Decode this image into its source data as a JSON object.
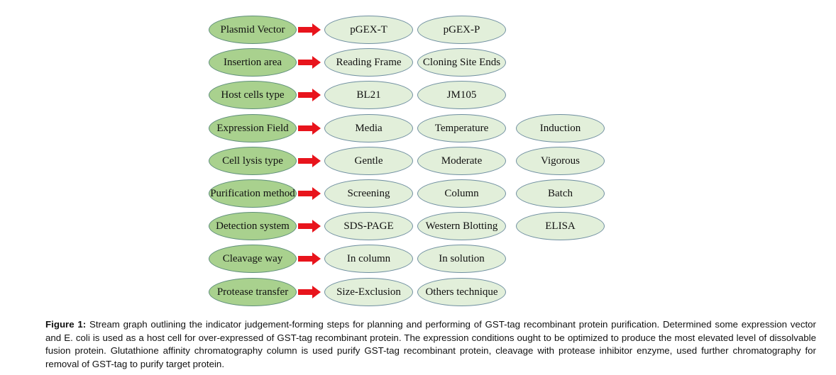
{
  "diagram": {
    "rows": [
      {
        "category": "Plasmid Vector",
        "options": [
          "pGEX-T",
          "pGEX-P"
        ]
      },
      {
        "category": "Insertion area",
        "options": [
          "Reading Frame",
          "Cloning Site Ends"
        ]
      },
      {
        "category": "Host cells type",
        "options": [
          "BL21",
          "JM105"
        ]
      },
      {
        "category": "Expression Field",
        "options": [
          "Media",
          "Temperature",
          "Induction"
        ]
      },
      {
        "category": "Cell lysis type",
        "options": [
          "Gentle",
          "Moderate",
          "Vigorous"
        ]
      },
      {
        "category": "Purification method",
        "options": [
          "Screening",
          "Column",
          "Batch"
        ]
      },
      {
        "category": "Detection system",
        "options": [
          "SDS-PAGE",
          "Western Blotting",
          "ELISA"
        ]
      },
      {
        "category": "Cleavage way",
        "options": [
          "In column",
          "In solution"
        ]
      },
      {
        "category": "Protease transfer",
        "options": [
          "Size-Exclusion",
          "Others technique"
        ]
      }
    ],
    "colors": {
      "category_fill": "#a9d18e",
      "option_fill": "#e2efda",
      "arrow": "#e8141c"
    }
  },
  "caption": {
    "label": "Figure 1:",
    "text": "Stream graph outlining the indicator judgement-forming steps for planning and performing of GST-tag recombinant protein purification. Determined some expression vector and E. coli is used as a host cell for over-expressed of GST-tag recombinant protein. The expression conditions ought to be optimized to produce the most elevated level of dissolvable fusion protein. Glutathione affinity chromatography column is used purify GST-tag recombinant protein, cleavage with protease inhibitor enzyme, used further chromatography for removal of GST-tag to purify target protein."
  }
}
